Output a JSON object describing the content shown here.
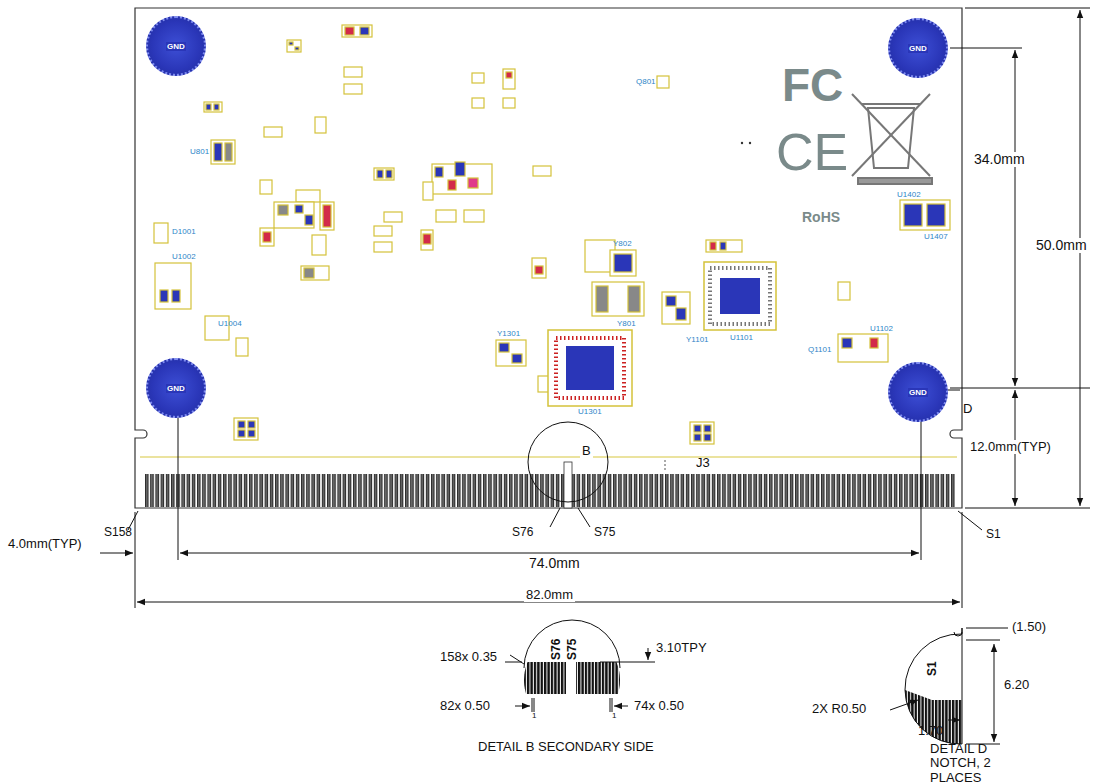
{
  "diagram": {
    "nodes": [
      {
        "text": [
          "GND"
        ]
      },
      {
        "text": [
          "GND"
        ]
      },
      {
        "text": [
          "GND"
        ]
      },
      {
        "text": [
          "GND"
        ]
      }
    ],
    "labels": [
      "U801",
      "Q801",
      "D1001",
      "U1002",
      "U1004",
      "Y802",
      "Y801",
      "Y1301",
      "U1301",
      "Y1101",
      "U1101",
      "Q1101",
      "U1102",
      "U1402",
      "U1407",
      "FC",
      "CE",
      "RoHS",
      "34.0mm",
      "50.0mm",
      "12.0mm(TYP)",
      "D",
      "B",
      "J3",
      "S158",
      "S1",
      "S76",
      "S75",
      "4.0mm(TYP)",
      "74.0mm",
      "82.0mm",
      "158x 0.35",
      "S76",
      "S75",
      "3.10TPY",
      "82x 0.50",
      "1",
      "1",
      "74x 0.50",
      "DETAIL B SECONDARY SIDE",
      "(1.50)",
      "S1",
      "6.20",
      "2X R0.50",
      "1.70",
      "DETAIL D NOTCH, 2 PLACES"
    ]
  }
}
